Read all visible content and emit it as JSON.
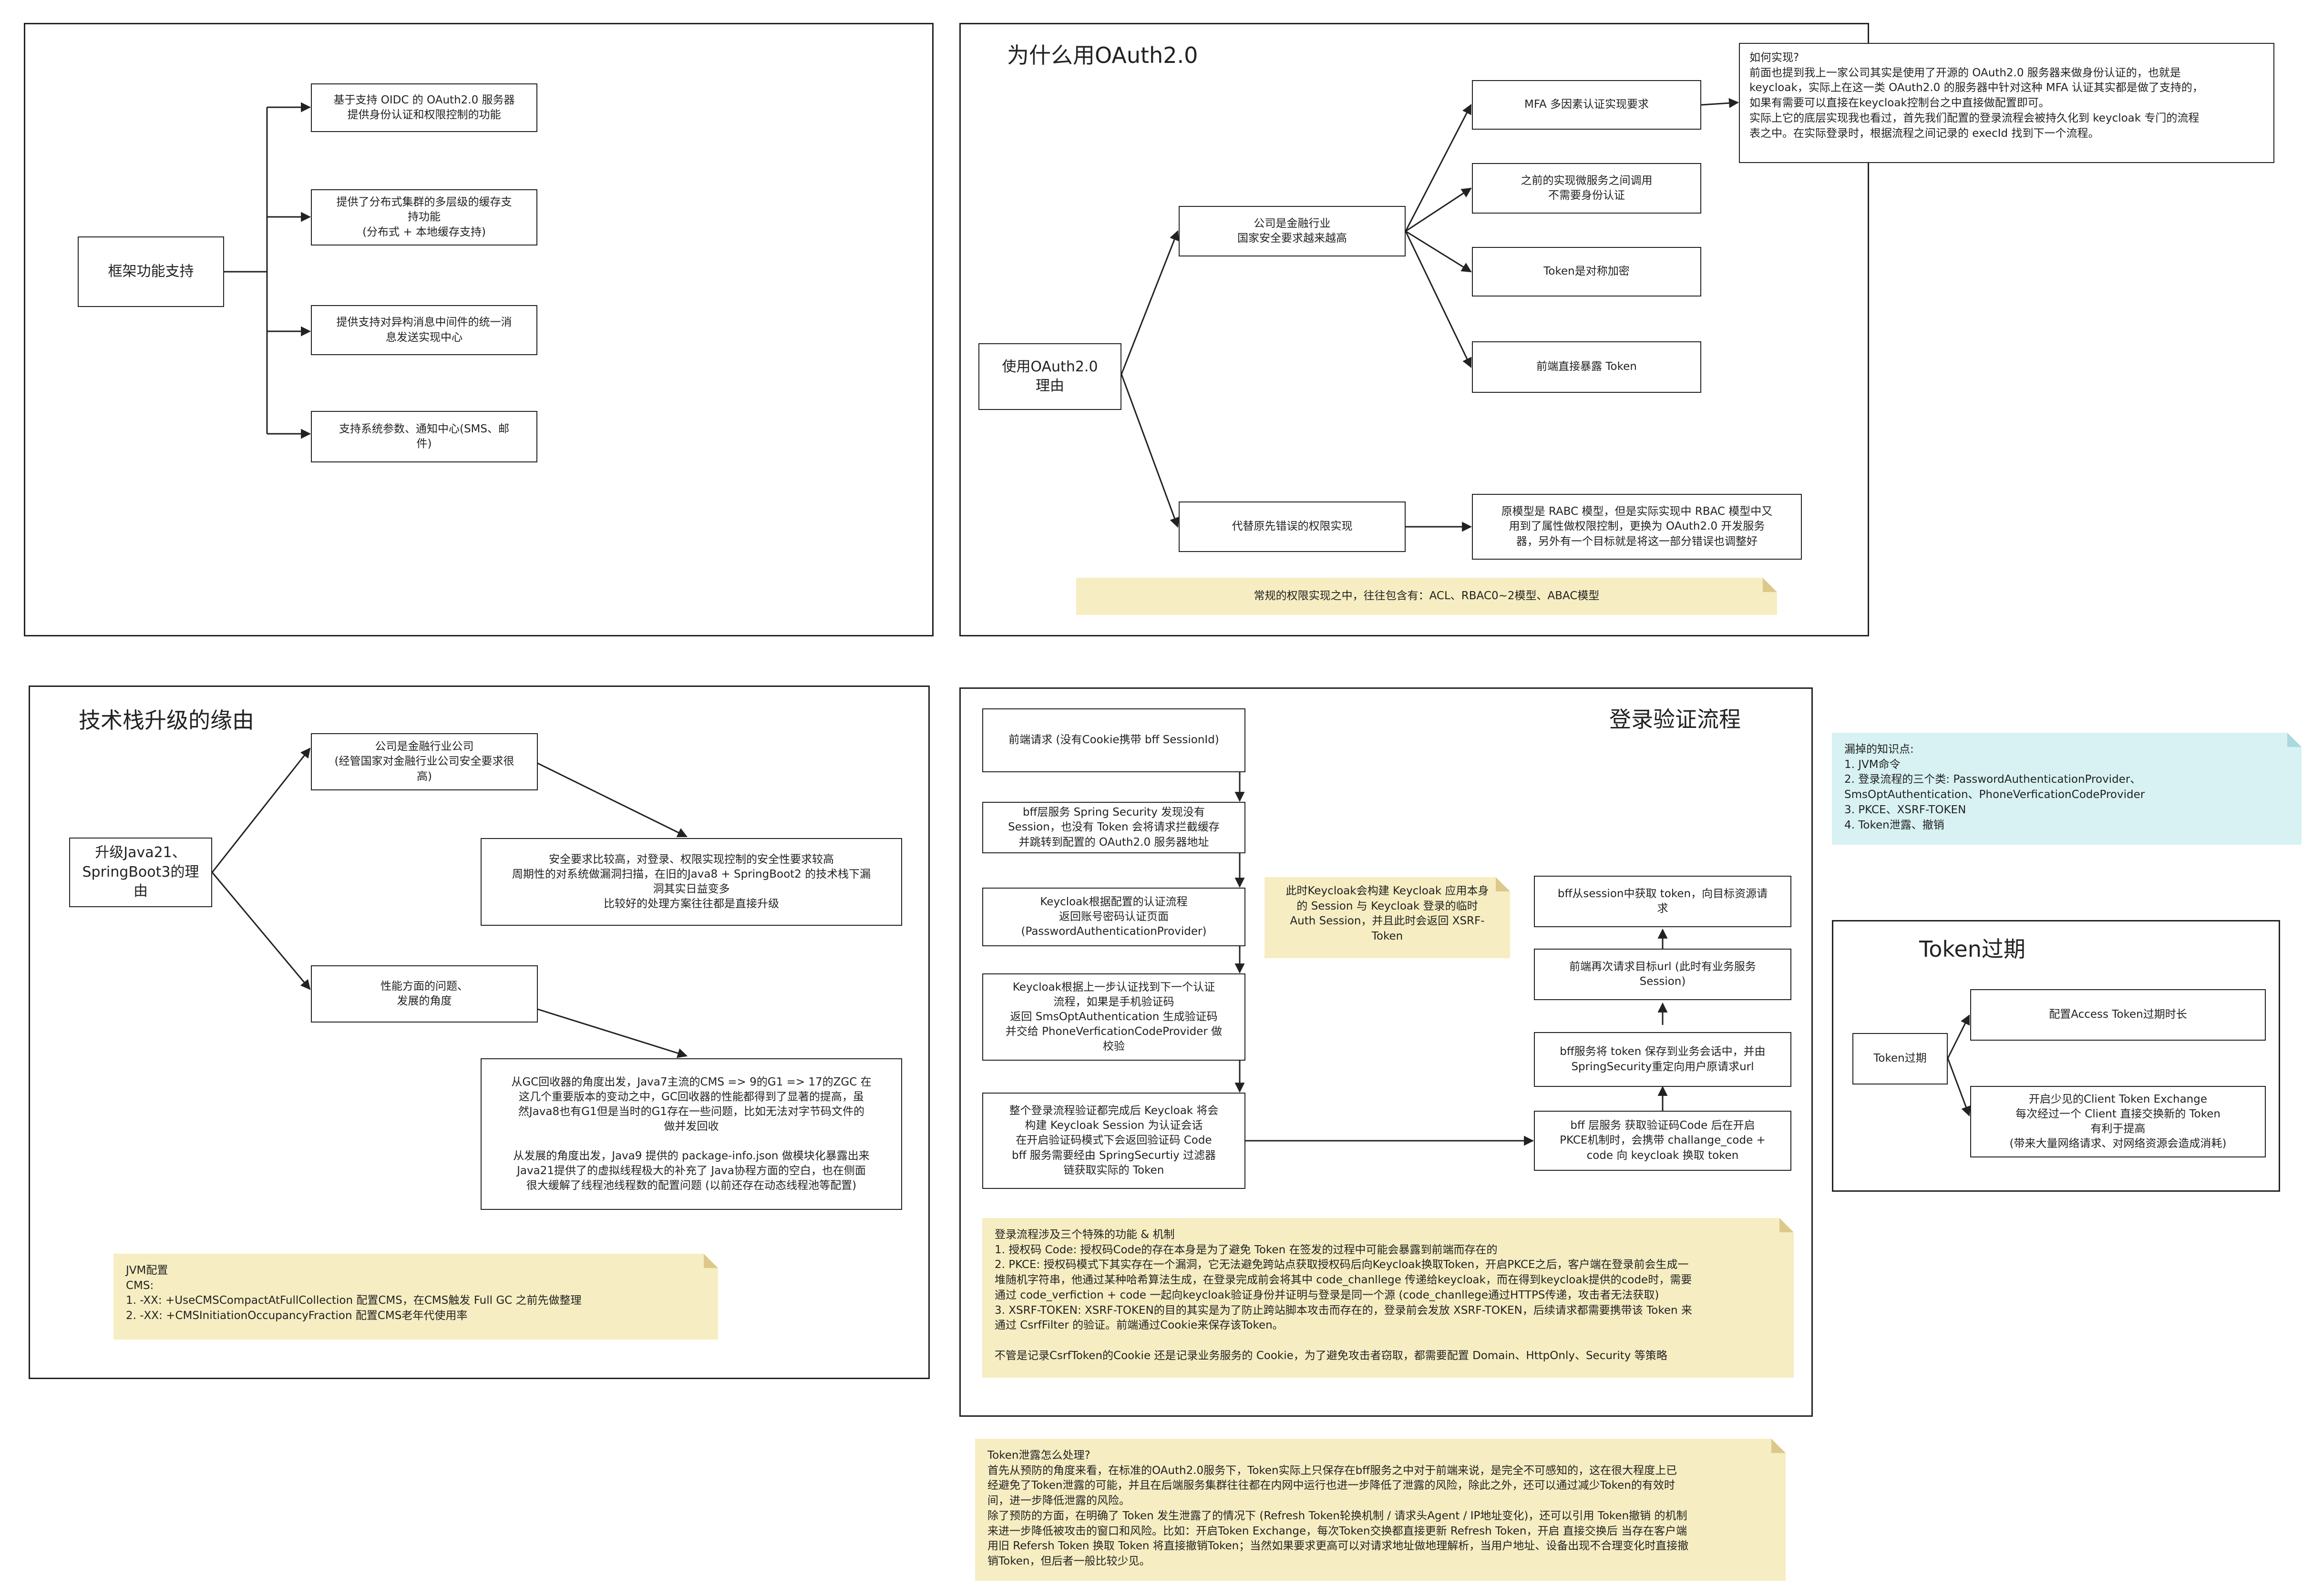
{
  "frame1": {
    "root": "框架功能支持",
    "items": [
      "基于支持 OIDC 的 OAuth2.0 服务器\n提供身份认证和权限控制的功能",
      "提供了分布式集群的多层级的缓存支\n持功能\n(分布式 + 本地缓存支持)",
      "提供支持对异构消息中间件的统一消\n息发送实现中心",
      "支持系统参数、通知中心(SMS、邮\n件)"
    ]
  },
  "frame2": {
    "title": "为什么用OAuth2.0",
    "root": "使用OAuth2.0\n理由",
    "branch1": "公司是金融行业\n国家安全要求越来越高",
    "branch2": "代替原先错误的权限实现",
    "mfa": "MFA 多因素认证实现要求",
    "microservice": "之前的实现微服务之间调用\n不需要身份认证",
    "token_sym": "Token是对称加密",
    "token_exposed": "前端直接暴露 Token",
    "rbac": "原模型是 RABC 模型，但是实际实现中 RBAC 模型中又\n用到了属性做权限控制，更换为 OAuth2.0 开发服务\n器，另外有一个目标就是将这一部分错误也调整好",
    "how": "如何实现?\n前面也提到我上一家公司其实是使用了开源的 OAuth2.0 服务器来做身份认证的，也就是\nkeycloak，实际上在这一类 OAuth2.0 的服务器中针对这种 MFA 认证其实都是做了支持的，\n如果有需要可以直接在keycloak控制台之中直接做配置即可。\n实际上它的底层实现我也看过，首先我们配置的登录流程会被持久化到 keycloak 专门的流程\n表之中。在实际登录时，根据流程之间记录的 execId 找到下一个流程。",
    "note": "常规的权限实现之中，往往包含有：ACL、RBAC0~2模型、ABAC模型"
  },
  "frame3": {
    "title": "技术栈升级的缘由",
    "root": "升级Java21、\nSpringBoot3的理\n由",
    "branch1": "公司是金融行业公司\n(经管国家对金融行业公司安全要求很\n高)",
    "security": "安全要求比较高，对登录、权限实现控制的安全性要求较高\n周期性的对系统做漏洞扫描，在旧的Java8 + SpringBoot2 的技术栈下漏\n洞其实日益变多\n比较好的处理方案往往都是直接升级",
    "branch2": "性能方面的问题、\n发展的角度",
    "gc": "从GC回收器的角度出发，Java7主流的CMS => 9的G1 => 17的ZGC 在\n这几个重要版本的变动之中，GC回收器的性能都得到了显著的提高，虽\n然Java8也有G1但是当时的G1存在一些问题，比如无法对字节码文件的\n做并发回收\n\n从发展的角度出发，Java9 提供的 package-info.json 做模块化暴露出来\nJava21提供了的虚拟线程极大的补充了 Java协程方面的空白，也在侧面\n很大缓解了线程池线程数的配置问题 (以前还存在动态线程池等配置)",
    "jvm_note": "JVM配置\nCMS:\n1.  -XX: +UseCMSCompactAtFullCollection 配置CMS，在CMS触发 Full GC 之前先做整理\n2.  -XX: +CMSInitiationOccupancyFraction 配置CMS老年代使用率"
  },
  "frame4": {
    "title": "登录验证流程",
    "step1": "前端请求 (没有Cookie携带 bff SessionId)",
    "step2": "bff层服务 Spring Security 发现没有\nSession，也没有 Token 会将请求拦截缓存\n并跳转到配置的 OAuth2.0 服务器地址",
    "step3": "Keycloak根据配置的认证流程\n返回账号密码认证页面\n(PasswordAuthenticationProvider)",
    "step4": "Keycloak根据上一步认证找到下一个认证\n流程，如果是手机验证码\n返回 SmsOptAuthentication 生成验证码\n并交给 PhoneVerficationCodeProvider 做\n校验",
    "step5": "整个登录流程验证都完成后 Keycloak 将会\n构建 Keycloak Session 为认证会话\n在开启验证码模式下会返回验证码 Code\nbff 服务需要经由 SpringSecurtiy 过滤器\n链获取实际的 Token",
    "step6": "bff 层服务 获取验证码Code 后在开启\nPKCE机制时，会携带 challange_code +\ncode 向 keycloak 换取 token",
    "step7": "bff服务将 token 保存到业务会话中，并由\nSpringSecurity重定向用户原请求url",
    "step8": "前端再次请求目标url (此时有业务服务\nSession)",
    "step9": "bff从session中获取 token，向目标资源请\n求",
    "side_note": "此时Keycloak会构建 Keycloak 应用本身\n的 Session 与 Keycloak 登录的临时\nAuth Session，并且此时会返回 XSRF-\nToken",
    "bottom_note": "登录流程涉及三个特殊的功能 & 机制\n1. 授权码 Code: 授权码Code的存在本身是为了避免 Token 在签发的过程中可能会暴露到前端而存在的\n2. PKCE: 授权码模式下其实存在一个漏洞，它无法避免跨站点获取授权码后向Keycloak换取Token，开启PKCE之后，客户端在登录前会生成一\n堆随机字符串，他通过某种哈希算法生成，在登录完成前会将其中 code_chanllege 传递给keycloak，而在得到keycloak提供的code时，需要\n通过 code_verfiction + code 一起向keycloak验证身份并证明与登录是同一个源 (code_chanllege通过HTTPS传递，攻击者无法获取)\n3. XSRF-TOKEN: XSRF-TOKEN的目的其实是为了防止跨站脚本攻击而存在的，登录前会发放 XSRF-TOKEN，后续请求都需要携带该 Token 来\n通过 CsrfFilter 的验证。前端通过Cookie来保存该Token。\n\n不管是记录CsrfToken的Cookie 还是记录业务服务的 Cookie，为了避免攻击者窃取，都需要配置 Domain、HttpOnly、Security 等策略"
  },
  "missing_note": "漏掉的知识点:\n1. JVM命令\n2. 登录流程的三个类: PasswordAuthenticationProvider、\nSmsOptAuthentication、PhoneVerficationCodeProvider\n3. PKCE、XSRF-TOKEN\n4. Token泄露、撤销",
  "frame5": {
    "title": "Token过期",
    "root": "Token过期",
    "opt1": "配置Access Token过期时长",
    "opt2": "开启少见的Client Token Exchange\n每次经过一个 Client 直接交换新的 Token\n有利于提高\n(带来大量网络请求、对网络资源会造成消耗)"
  },
  "leak_note": "Token泄露怎么处理?\n首先从预防的角度来看，在标准的OAuth2.0服务下，Token实际上只保存在bff服务之中对于前端来说，是完全不可感知的，这在很大程度上已\n经避免了Token泄露的可能，并且在后端服务集群往往都在内网中运行也进一步降低了泄露的风险，除此之外，还可以通过减少Token的有效时\n间，进一步降低泄露的风险。\n除了预防的方面，在明确了 Token 发生泄露了的情况下 (Refresh Token轮换机制 / 请求头Agent / IP地址变化)，还可以引用 Token撤销 的机制\n来进一步降低被攻击的窗口和风险。比如：开启Token Exchange，每次Token交换都直接更新 Refresh Token，开启 直接交换后 当存在客户端\n用旧 Refersh Token 换取 Token 将直接撤销Token；当然如果要求更高可以对请求地址做地理解析，当用户地址、设备出现不合理变化时直接撤\n销Token，但后者一般比较少见。"
}
